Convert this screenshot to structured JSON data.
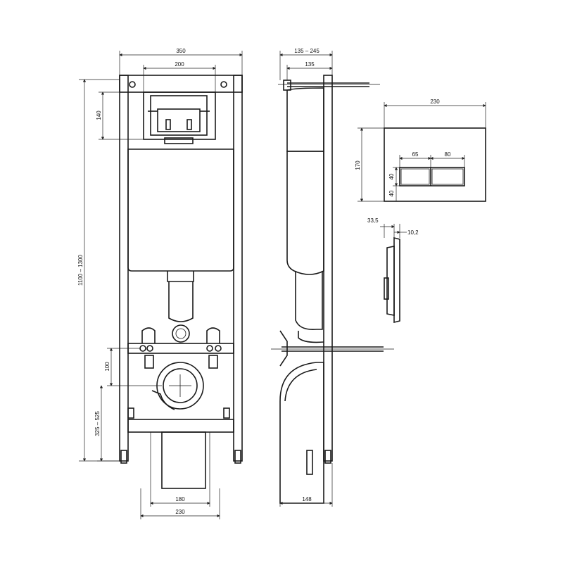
{
  "front_view": {
    "dims": {
      "frame_width": "350",
      "top_opening": "200",
      "bracket_height": "140",
      "total_height": "1100 – 1300",
      "bolt_offset": "100",
      "drain_height": "325 – 525",
      "pipe_width": "180",
      "base_width": "230"
    }
  },
  "side_view": {
    "dims": {
      "depth_range": "135 – 245",
      "depth_min": "135",
      "base_depth": "148"
    }
  },
  "flush_plate": {
    "dims": {
      "width": "230",
      "height": "170",
      "left_button": "65",
      "right_button": "80",
      "upper_button_h": "40",
      "lower_button_h": "40",
      "depth": "33,5",
      "thickness": "10,2"
    }
  }
}
